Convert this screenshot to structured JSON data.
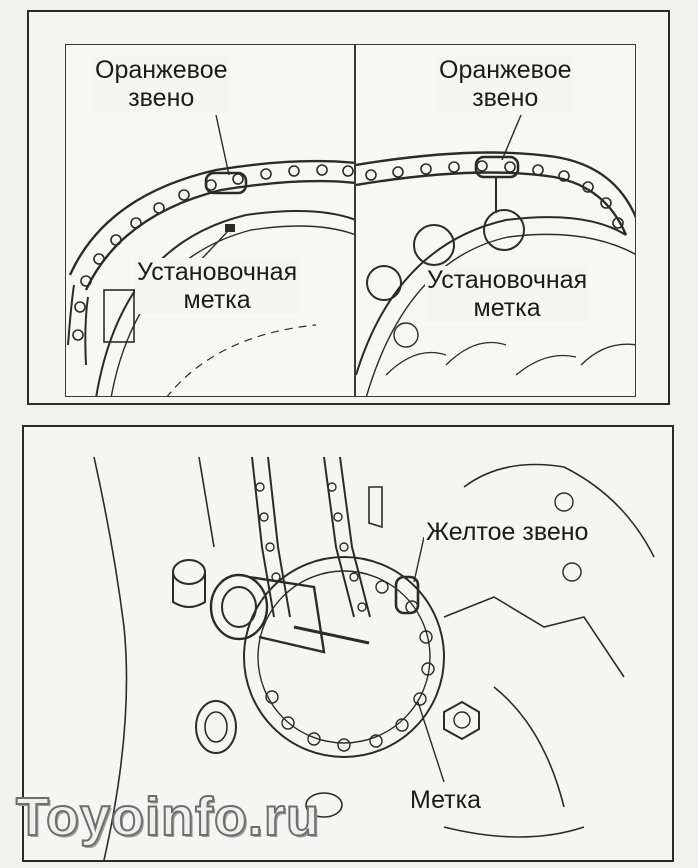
{
  "top_panel": {
    "left": {
      "orange_link": [
        "Оранжевое",
        "звено"
      ],
      "timing_mark": [
        "Установочная",
        "метка"
      ]
    },
    "right": {
      "orange_link": [
        "Оранжевое",
        "звено"
      ],
      "timing_mark": [
        "Установочная",
        "метка"
      ]
    }
  },
  "bottom_panel": {
    "yellow_link": "Желтое звено",
    "mark": "Метка"
  },
  "watermark": "Toyoinfo.ru"
}
